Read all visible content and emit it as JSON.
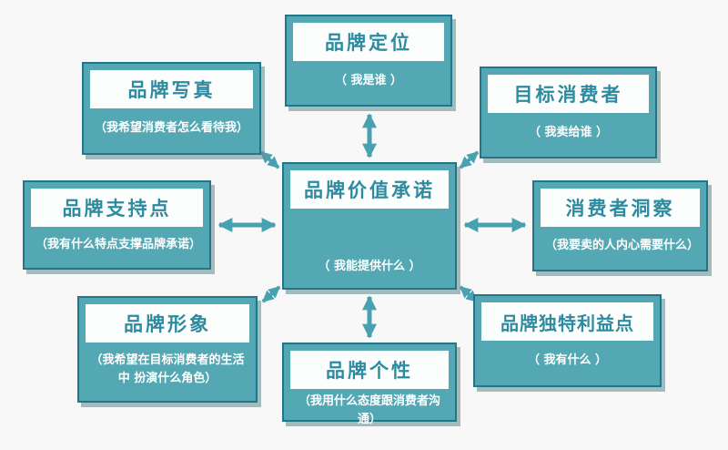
{
  "diagram": {
    "name": "brand-value-promise-map",
    "center_color": "#53a8b3",
    "border_color": "#20778a",
    "arrow_color": "#47a1b0",
    "title_text_color": "#2d8ba0",
    "nodes": [
      {
        "id": "brand-positioning",
        "title": "品牌定位",
        "subtitle": "（ 我是谁 ）"
      },
      {
        "id": "brand-portrait",
        "title": "品牌写真",
        "subtitle": "（我希望消费者怎么看待我）"
      },
      {
        "id": "target-consumer",
        "title": "目标消费者",
        "subtitle": "（ 我卖给谁 ）"
      },
      {
        "id": "brand-support",
        "title": "品牌支持点",
        "subtitle": "（我有什么特点支撑品牌承诺）"
      },
      {
        "id": "brand-value-promise",
        "title": "品牌价值承诺",
        "subtitle": "（ 我能提供什么 ）"
      },
      {
        "id": "consumer-insight",
        "title": "消费者洞察",
        "subtitle": "（我要卖的人内心需要什么）"
      },
      {
        "id": "brand-image",
        "title": "品牌形象",
        "subtitle": "（我希望在目标消费者的生活中 扮演什么角色）"
      },
      {
        "id": "brand-unique-benefit",
        "title": "品牌独特利益点",
        "subtitle": "（ 我有什么 ）"
      },
      {
        "id": "brand-personality",
        "title": "品牌个性",
        "subtitle": "（我用什么态度跟消费者沟通）"
      }
    ]
  }
}
